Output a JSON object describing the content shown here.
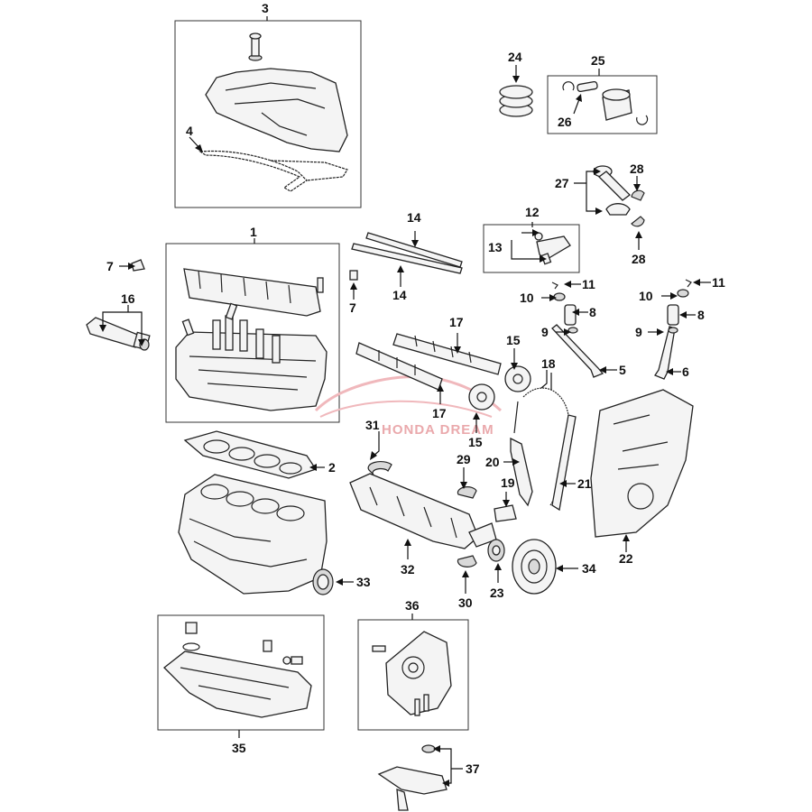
{
  "watermark": {
    "text": "HONDA DREAM",
    "color": "#e8a0a4"
  },
  "callouts": {
    "c1": "1",
    "c2": "2",
    "c3": "3",
    "c4": "4",
    "c5": "5",
    "c6": "6",
    "c7a": "7",
    "c7b": "7",
    "c8a": "8",
    "c8b": "8",
    "c9a": "9",
    "c9b": "9",
    "c10a": "10",
    "c10b": "10",
    "c11a": "11",
    "c11b": "11",
    "c12": "12",
    "c13": "13",
    "c14a": "14",
    "c14b": "14",
    "c15a": "15",
    "c15b": "15",
    "c16": "16",
    "c17a": "17",
    "c17b": "17",
    "c18": "18",
    "c19": "19",
    "c20": "20",
    "c21": "21",
    "c22": "22",
    "c23": "23",
    "c24": "24",
    "c25": "25",
    "c26": "26",
    "c27": "27",
    "c28a": "28",
    "c28b": "28",
    "c29": "29",
    "c30": "30",
    "c31": "31",
    "c32": "32",
    "c33": "33",
    "c34": "34",
    "c35": "35",
    "c36": "36",
    "c37": "37"
  }
}
